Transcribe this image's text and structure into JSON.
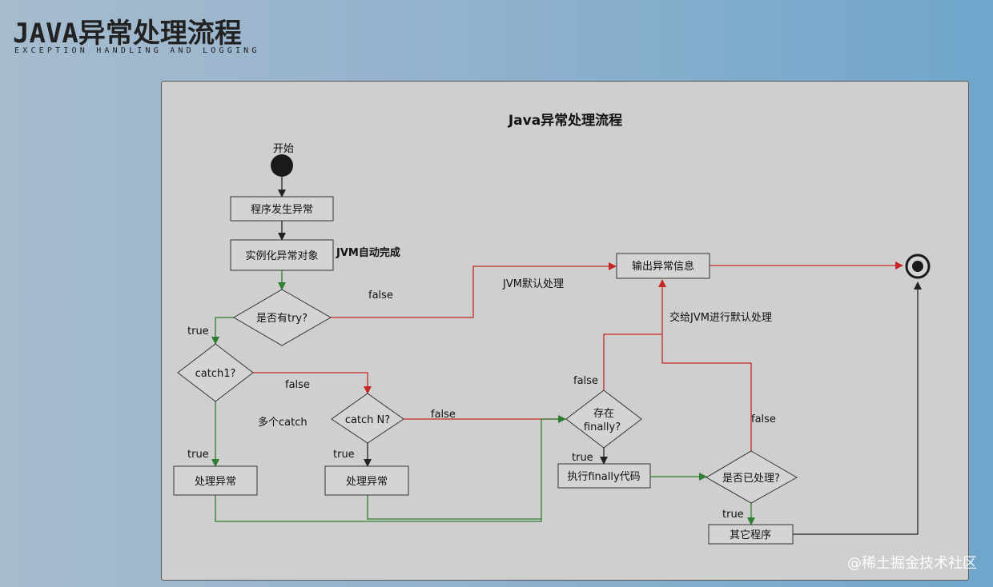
{
  "header": {
    "title": "JAVA异常处理流程",
    "subtitle": "EXCEPTION HANDLING AND LOGGING"
  },
  "diagram": {
    "title": "Java异常处理流程",
    "start_label": "开始",
    "nodes": {
      "program_exception": "程序发生异常",
      "instantiate_exception": "实例化异常对象",
      "has_try": "是否有try?",
      "catch1": "catch1?",
      "catch_n": "catch N?",
      "handle_exception_1": "处理异常",
      "handle_exception_n": "处理异常",
      "has_finally_line1": "存在",
      "has_finally_line2": "finally?",
      "execute_finally": "执行finally代码",
      "is_handled": "是否已处理?",
      "other_program": "其它程序",
      "output_exception_info": "输出异常信息"
    },
    "annotations": {
      "jvm_auto_complete": "JVM自动完成",
      "jvm_default_handling": "JVM默认处理",
      "handover_to_jvm": "交给JVM进行默认处理",
      "multiple_catch": "多个catch"
    },
    "edge_labels": {
      "try_false": "false",
      "try_true": "true",
      "catch1_false": "false",
      "catch1_true": "true",
      "catchn_false": "false",
      "catchn_true": "true",
      "finally_false": "false",
      "finally_true": "true",
      "handled_false": "false",
      "handled_true": "true"
    },
    "colors": {
      "true_edge": "#2e7d32",
      "false_edge": "#c62828",
      "neutral_edge": "#222222",
      "node_fill": "#d4d4d4",
      "node_stroke": "#333333"
    }
  },
  "watermark": "@稀土掘金技术社区"
}
